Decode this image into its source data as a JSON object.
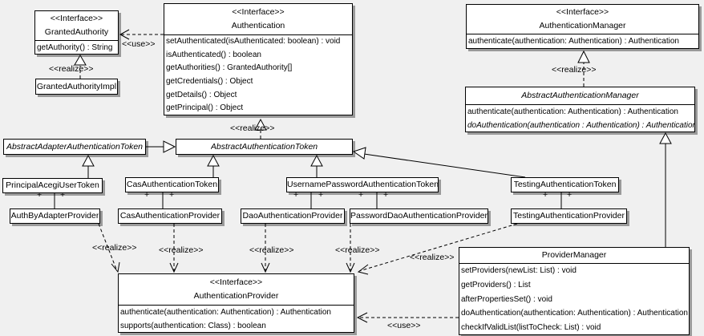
{
  "colors": {
    "background": "#f0f0f0",
    "box_fill": "#ffffff",
    "line": "#000000",
    "shadow": "#9a9a9a"
  },
  "labels": {
    "realize": "<<realize>>",
    "use": "<<use>>",
    "plus": "+"
  },
  "classes": {
    "granted_authority": {
      "stereotype": "<<Interface>>",
      "name": "GrantedAuthority",
      "methods": [
        "getAuthority() : String"
      ]
    },
    "granted_authority_impl": {
      "name": "GrantedAuthorityImpl"
    },
    "authentication": {
      "stereotype": "<<Interface>>",
      "name": "Authentication",
      "methods": [
        "setAuthenticated(isAuthenticated: boolean) : void",
        "isAuthenticated() : boolean",
        "getAuthorities() : GrantedAuthority[]",
        "getCredentials() : Object",
        "getDetails() : Object",
        "getPrincipal() : Object"
      ]
    },
    "authentication_manager": {
      "stereotype": "<<Interface>>",
      "name": "AuthenticationManager",
      "methods": [
        "authenticate(authentication: Authentication) : Authentication"
      ]
    },
    "abstract_authentication_manager": {
      "name": "AbstractAuthenticationManager",
      "methods": [
        "authenticate(authentication: Authentication) : Authentication",
        "doAuthentication(authentication : Authentication) : Authentication"
      ]
    },
    "abstract_adapter_authentication_token": {
      "name": "AbstractAdapterAuthenticationToken"
    },
    "abstract_authentication_token": {
      "name": "AbstractAuthenticationToken"
    },
    "principal_acegi_user_token": {
      "name": "PrincipalAcegiUserToken"
    },
    "cas_authentication_token": {
      "name": "CasAuthenticationToken"
    },
    "username_password_authentication_token": {
      "name": "UsernamePasswordAuthenticationToken"
    },
    "testing_authentication_token": {
      "name": "TestingAuthenticationToken"
    },
    "auth_by_adapter_provider": {
      "name": "AuthByAdapterProvider"
    },
    "cas_authentication_provider": {
      "name": "CasAuthenticationProvider"
    },
    "dao_authentication_provider": {
      "name": "DaoAuthenticationProvider"
    },
    "password_dao_authentication_provider": {
      "name": "PasswordDaoAuthenticationProvider"
    },
    "testing_authentication_provider": {
      "name": "TestingAuthenticationProvider"
    },
    "authentication_provider": {
      "stereotype": "<<Interface>>",
      "name": "AuthenticationProvider",
      "methods": [
        "authenticate(authentication: Authentication) : Authentication",
        "supports(authentication: Class) : boolean"
      ]
    },
    "provider_manager": {
      "name": "ProviderManager",
      "methods": [
        "setProviders(newList: List) : void",
        "getProviders() : List",
        "afterPropertiesSet() : void",
        "doAuthentication(authentication: Authentication) : Authentication",
        "checkIfValidList(listToCheck: List) : void"
      ]
    }
  }
}
